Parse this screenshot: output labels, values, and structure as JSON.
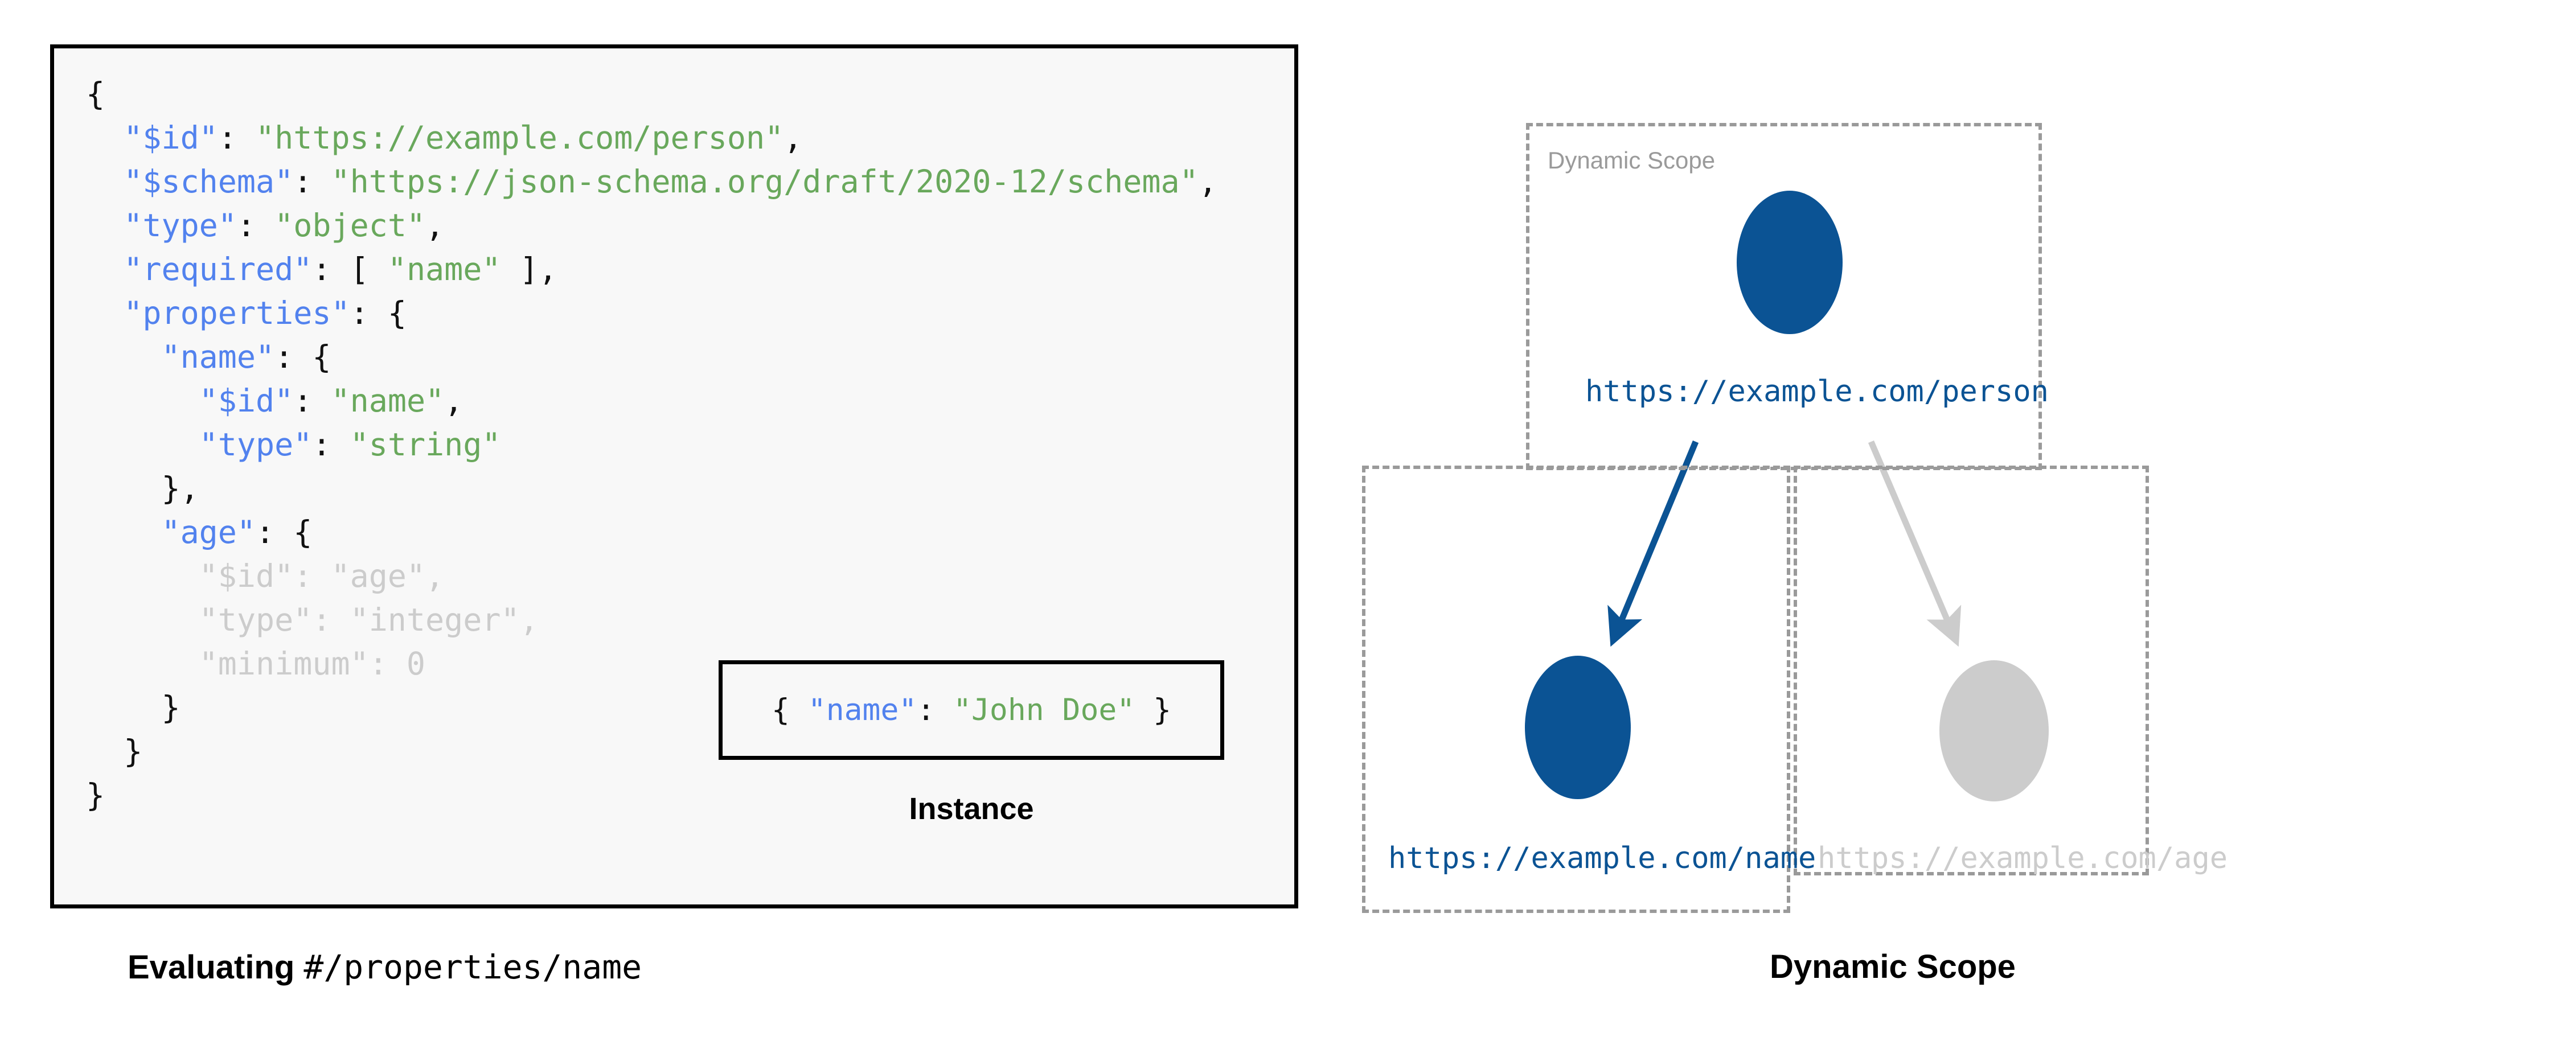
{
  "left": {
    "code_lines": [
      [
        {
          "t": "{",
          "c": "p"
        }
      ],
      [
        {
          "t": "  ",
          "c": "p"
        },
        {
          "t": "\"$id\"",
          "c": "k"
        },
        {
          "t": ": ",
          "c": "p"
        },
        {
          "t": "\"https://example.com/person\"",
          "c": "s"
        },
        {
          "t": ",",
          "c": "p"
        }
      ],
      [
        {
          "t": "  ",
          "c": "p"
        },
        {
          "t": "\"$schema\"",
          "c": "k"
        },
        {
          "t": ": ",
          "c": "p"
        },
        {
          "t": "\"https://json-schema.org/draft/2020-12/schema\"",
          "c": "s"
        },
        {
          "t": ",",
          "c": "p"
        }
      ],
      [
        {
          "t": "  ",
          "c": "p"
        },
        {
          "t": "\"type\"",
          "c": "k"
        },
        {
          "t": ": ",
          "c": "p"
        },
        {
          "t": "\"object\"",
          "c": "s"
        },
        {
          "t": ",",
          "c": "p"
        }
      ],
      [
        {
          "t": "  ",
          "c": "p"
        },
        {
          "t": "\"required\"",
          "c": "k"
        },
        {
          "t": ": [ ",
          "c": "p"
        },
        {
          "t": "\"name\"",
          "c": "s"
        },
        {
          "t": " ],",
          "c": "p"
        }
      ],
      [
        {
          "t": "  ",
          "c": "p"
        },
        {
          "t": "\"properties\"",
          "c": "k"
        },
        {
          "t": ": {",
          "c": "p"
        }
      ],
      [
        {
          "t": "    ",
          "c": "p"
        },
        {
          "t": "\"name\"",
          "c": "k"
        },
        {
          "t": ": {",
          "c": "p"
        }
      ],
      [
        {
          "t": "      ",
          "c": "p"
        },
        {
          "t": "\"$id\"",
          "c": "k"
        },
        {
          "t": ": ",
          "c": "p"
        },
        {
          "t": "\"name\"",
          "c": "s"
        },
        {
          "t": ",",
          "c": "p"
        }
      ],
      [
        {
          "t": "      ",
          "c": "p"
        },
        {
          "t": "\"type\"",
          "c": "k"
        },
        {
          "t": ": ",
          "c": "p"
        },
        {
          "t": "\"string\"",
          "c": "s"
        }
      ],
      [
        {
          "t": "    },",
          "c": "p"
        }
      ],
      [
        {
          "t": "    ",
          "c": "p"
        },
        {
          "t": "\"age\"",
          "c": "k"
        },
        {
          "t": ": {",
          "c": "p"
        }
      ],
      [
        {
          "t": "      \"$id\": \"age\",",
          "c": "dim"
        }
      ],
      [
        {
          "t": "      \"type\": \"integer\",",
          "c": "dim"
        }
      ],
      [
        {
          "t": "      \"minimum\": 0",
          "c": "dim"
        }
      ],
      [
        {
          "t": "    }",
          "c": "p"
        }
      ],
      [
        {
          "t": "  }",
          "c": "p"
        }
      ],
      [
        {
          "t": "}",
          "c": "p"
        }
      ]
    ],
    "instance": {
      "code_parts": [
        {
          "t": "{ ",
          "c": "p"
        },
        {
          "t": "\"name\"",
          "c": "k"
        },
        {
          "t": ": ",
          "c": "p"
        },
        {
          "t": "\"John Doe\"",
          "c": "s"
        },
        {
          "t": " }",
          "c": "p"
        }
      ],
      "label": "Instance"
    },
    "caption_bold": "Evaluating ",
    "caption_mono": "#/properties/name"
  },
  "right": {
    "scope_tag": "Dynamic Scope",
    "nodes": [
      {
        "id": "person",
        "label": "https://example.com/person",
        "color": "#0b5394",
        "active": true
      },
      {
        "id": "name",
        "label": "https://example.com/name",
        "color": "#0b5394",
        "active": true
      },
      {
        "id": "age",
        "label": "https://example.com/age",
        "color": "#cccccc",
        "active": false
      }
    ],
    "edges": [
      {
        "from": "person",
        "to": "name",
        "color": "#0b5394"
      },
      {
        "from": "person",
        "to": "age",
        "color": "#cccccc"
      }
    ],
    "caption": "Dynamic Scope"
  },
  "colors": {
    "accent_blue": "#0b5394",
    "muted_grey": "#cccccc",
    "key_blue": "#5282ee",
    "string_green": "#69a85c",
    "dash_grey": "#9a9a9a",
    "panel_bg": "#f8f8f8",
    "border_black": "#000000"
  }
}
